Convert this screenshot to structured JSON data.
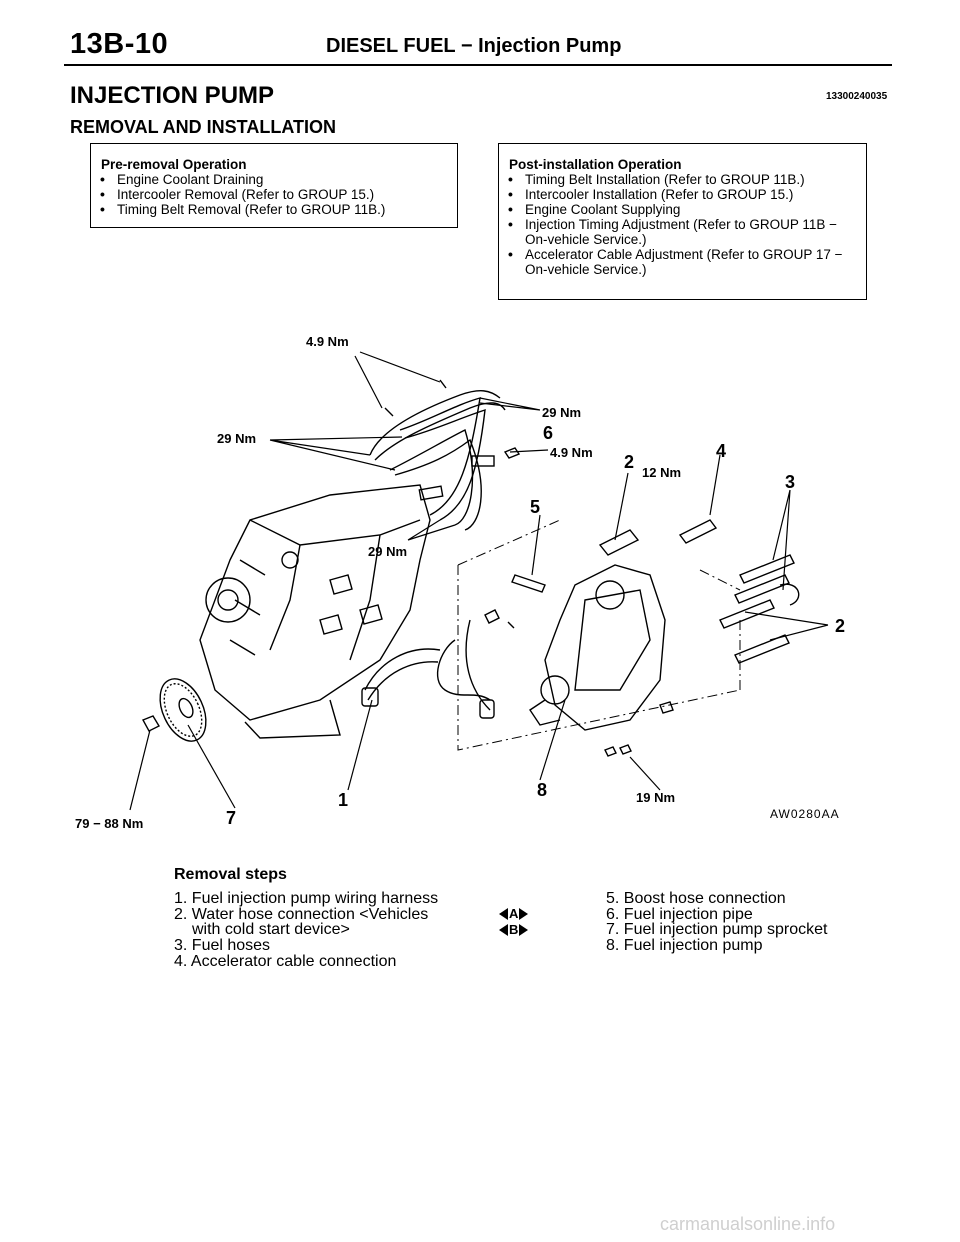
{
  "header": {
    "page_number": "13B-10",
    "title": "DIESEL FUEL − Injection Pump"
  },
  "main_title": "INJECTION PUMP",
  "doc_code": "13300240035",
  "sub_title": "REMOVAL AND INSTALLATION",
  "pre_removal": {
    "heading": "Pre-removal Operation",
    "items": [
      "Engine Coolant Draining",
      "Intercooler Removal (Refer to GROUP 15.)",
      "Timing Belt Removal (Refer to GROUP 11B.)"
    ]
  },
  "post_installation": {
    "heading": "Post-installation Operation",
    "items": [
      "Timing Belt Installation (Refer to GROUP 11B.)",
      "Intercooler Installation (Refer to GROUP 15.)",
      "Engine Coolant Supplying",
      "Injection Timing Adjustment (Refer to GROUP 11B − On-vehicle Service.)",
      "Accelerator Cable Adjustment (Refer to GROUP 17 − On-vehicle Service.)"
    ]
  },
  "diagram": {
    "torque_labels": [
      "4.9 Nm",
      "29 Nm",
      "29 Nm",
      "4.9 Nm",
      "12 Nm",
      "29 Nm",
      "79 − 88 Nm",
      "19 Nm"
    ],
    "callouts": [
      "6",
      "2",
      "4",
      "3",
      "5",
      "2",
      "1",
      "8",
      "7"
    ],
    "figure_id": "AW0280AA"
  },
  "removal_steps": {
    "title": "Removal steps",
    "left": [
      "1. Fuel injection pump wiring harness",
      "2. Water hose connection <Vehicles",
      "with cold start device>",
      "3. Fuel hoses",
      "4. Accelerator cable connection"
    ],
    "right": [
      "5. Boost hose connection",
      "6. Fuel injection pipe",
      "7. Fuel injection pump sprocket",
      "8. Fuel injection pump"
    ],
    "marks": [
      "A",
      "B"
    ]
  },
  "watermark": "carmanualsonline.info"
}
